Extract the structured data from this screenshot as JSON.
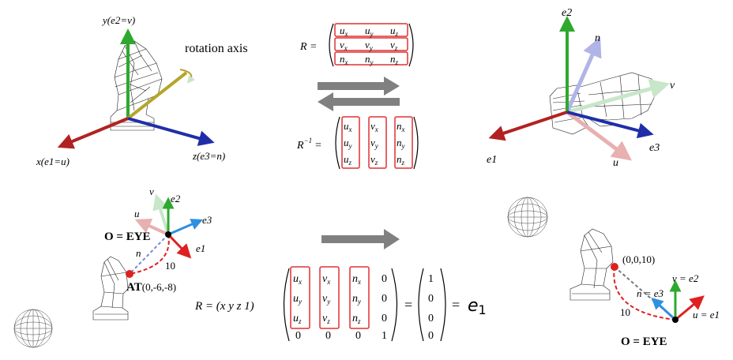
{
  "top_left": {
    "y_axis": "y(e2=v)",
    "x_axis": "x(e1=u)",
    "z_axis": "z(e3=n)",
    "rotation_axis": "rotation axis"
  },
  "top_middle": {
    "R_lhs": "R =",
    "R_rows": [
      [
        "u",
        "x",
        "u",
        "y",
        "u",
        "z"
      ],
      [
        "v",
        "x",
        "v",
        "y",
        "v",
        "z"
      ],
      [
        "n",
        "x",
        "n",
        "y",
        "n",
        "z"
      ]
    ],
    "Rinv_lhs": "R",
    "Rinv_sup": "−1",
    "Rinv_eq": "=",
    "Rinv_cols": [
      [
        "u",
        "x",
        "u",
        "y",
        "u",
        "z"
      ],
      [
        "v",
        "x",
        "v",
        "y",
        "v",
        "z"
      ],
      [
        "n",
        "x",
        "n",
        "y",
        "n",
        "z"
      ]
    ]
  },
  "top_right": {
    "e2": "e2",
    "e1": "e1",
    "e3": "e3",
    "n": "n",
    "v": "v",
    "u": "u"
  },
  "bottom_left": {
    "v": "v",
    "e2": "e2",
    "u": "u",
    "e3": "e3",
    "eye": "O = EYE",
    "n": "n",
    "e1": "e1",
    "dist": "10",
    "at_bold": "AT",
    "at_coords": "(0,-6,-8)"
  },
  "bottom_middle": {
    "lhs": "R = (x y z 1)",
    "matrix_cols": [
      [
        "u",
        "x",
        "u",
        "y",
        "u",
        "z",
        "0"
      ],
      [
        "v",
        "x",
        "v",
        "y",
        "v",
        "z",
        "0"
      ],
      [
        "n",
        "x",
        "n",
        "y",
        "n",
        "z",
        "0"
      ],
      [
        "0",
        "",
        "0",
        "",
        "0",
        "",
        "1"
      ]
    ],
    "result": [
      "1",
      "0",
      "0",
      "0"
    ],
    "equals": "=",
    "e1_main": "e",
    "e1_sub": "1"
  },
  "bottom_right": {
    "point": "(0,0,10)",
    "v_label": "v = e2",
    "n_label": "n = e3",
    "u_label": "u = e1",
    "dist": "10",
    "eye": "O = EYE"
  },
  "colors": {
    "red_axis": "#b22222",
    "green_axis": "#2ea82e",
    "blue_axis": "#1f2ea8",
    "light_blue": "#2f8fe0",
    "rotation_axis": "#b5a52a",
    "highlight_box": "#e03030",
    "arrow_gray": "#808080"
  }
}
